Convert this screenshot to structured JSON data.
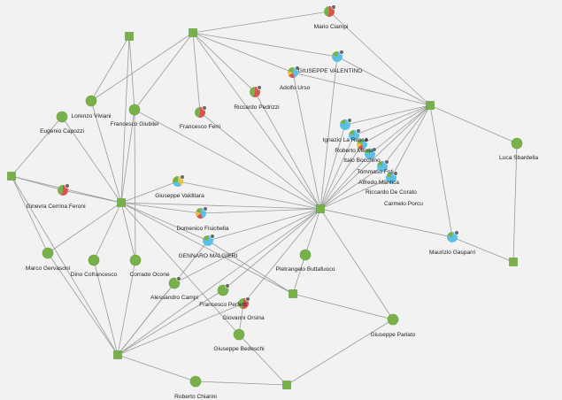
{
  "colors": {
    "background": "#f2f2f2",
    "node_green": "#78b04a",
    "edge": "#9a9a9a",
    "pie_blue": "#5bc0e8",
    "pie_red": "#d9534f",
    "pie_yellow": "#e8c53a",
    "badge": "#6b6b6b"
  },
  "people": [
    {
      "id": "mario-ciampi",
      "label": "Mario Ciampi",
      "style": "pie-red"
    },
    {
      "id": "giuseppe-valentino",
      "label": "GIUSEPPE VALENTINO",
      "style": "pie-blue"
    },
    {
      "id": "adolfo-urso",
      "label": "Adolfo Urso",
      "style": "pie-mixed"
    },
    {
      "id": "riccardo-pedrizzi",
      "label": "Riccardo Pedrizzi",
      "style": "pie-red"
    },
    {
      "id": "lorenzo-viviani",
      "label": "Lorenzo Viviani",
      "style": "plain"
    },
    {
      "id": "eugenio-capozzi",
      "label": "Eugenio Capozzi",
      "style": "plain"
    },
    {
      "id": "francesco-giubilei",
      "label": "Francesco Giubilei",
      "style": "plain"
    },
    {
      "id": "francesco-ferri",
      "label": "Francesco Ferri",
      "style": "pie-red"
    },
    {
      "id": "ignazio-la-russa",
      "label": "Ignazio La Russa",
      "style": "pie-blue"
    },
    {
      "id": "roberto-menia",
      "label": "Roberto Menia",
      "style": "pie-blue"
    },
    {
      "id": "italo-bocchino",
      "label": "Italo Bocchino",
      "style": "pie-mixed"
    },
    {
      "id": "tommaso-foti",
      "label": "Tommaso Foti",
      "style": "pie-blue"
    },
    {
      "id": "alfredo-mantica",
      "label": "Alfredo Mantica",
      "style": "pie-blue"
    },
    {
      "id": "riccardo-de-corato",
      "label": "Riccardo De Corato",
      "style": "pie-blue"
    },
    {
      "id": "carmelo-porcu",
      "label": "Carmelo Porcu",
      "style": "none"
    },
    {
      "id": "luca-sbardella",
      "label": "Luca Sbardella",
      "style": "plain"
    },
    {
      "id": "ginevra-cerrina-feroni",
      "label": "Ginevra Cerrina Feroni",
      "style": "pie-red"
    },
    {
      "id": "giuseppe-valditara",
      "label": "Giuseppe Valditara",
      "style": "pie-yellow"
    },
    {
      "id": "domenico-fisichella",
      "label": "Domenico Fisichella",
      "style": "pie-mixed"
    },
    {
      "id": "gennaro-malgieri",
      "label": "GENNARO MALGIERI",
      "style": "pie-blue"
    },
    {
      "id": "marco-gervasoni",
      "label": "Marco Gervasoni",
      "style": "plain"
    },
    {
      "id": "dino-cofrancesco",
      "label": "Dino Cofrancesco",
      "style": "plain"
    },
    {
      "id": "corrado-ocone",
      "label": "Corrado Ocone",
      "style": "plain"
    },
    {
      "id": "pietrangelo-buttafuoco",
      "label": "Pietrangelo Buttafuoco",
      "style": "plain"
    },
    {
      "id": "maurizio-gasparri",
      "label": "Maurizio Gasparri",
      "style": "pie-blue"
    },
    {
      "id": "alessandro-campi",
      "label": "Alessandro Campi",
      "style": "plain-badge"
    },
    {
      "id": "francesco-perfetti",
      "label": "Francesco Perfetti",
      "style": "plain-badge"
    },
    {
      "id": "giovanni-orsina",
      "label": "Giovanni Orsina",
      "style": "pie-red"
    },
    {
      "id": "giuseppe-bedeschi",
      "label": "Giuseppe Bedeschi",
      "style": "plain"
    },
    {
      "id": "giuseppe-parlato",
      "label": "Giuseppe Parlato",
      "style": "plain"
    },
    {
      "id": "roberto-chiarini",
      "label": "Roberto Chiarini",
      "style": "plain"
    }
  ],
  "hubs": [
    "h-top-left",
    "h-top",
    "h-right",
    "h-left",
    "h-center-left",
    "h-center",
    "h-bottom-mid",
    "h-bottom-left",
    "h-bottom",
    "h-right-low"
  ],
  "edges": [
    [
      "h-top",
      "mario-ciampi"
    ],
    [
      "h-top",
      "giuseppe-valentino"
    ],
    [
      "h-top",
      "adolfo-urso"
    ],
    [
      "h-top",
      "riccardo-pedrizzi"
    ],
    [
      "h-top",
      "francesco-giubilei"
    ],
    [
      "h-top",
      "francesco-ferri"
    ],
    [
      "h-top",
      "lorenzo-viviani"
    ],
    [
      "h-top-left",
      "lorenzo-viviani"
    ],
    [
      "h-top-left",
      "francesco-giubilei"
    ],
    [
      "h-top-left",
      "h-center-left"
    ],
    [
      "mario-ciampi",
      "h-right"
    ],
    [
      "giuseppe-valentino",
      "h-right"
    ],
    [
      "adolfo-urso",
      "h-right"
    ],
    [
      "h-right",
      "ignazio-la-russa"
    ],
    [
      "h-right",
      "roberto-menia"
    ],
    [
      "h-right",
      "italo-bocchino"
    ],
    [
      "h-right",
      "tommaso-foti"
    ],
    [
      "h-right",
      "alfredo-mantica"
    ],
    [
      "h-right",
      "riccardo-de-corato"
    ],
    [
      "h-right",
      "luca-sbardella"
    ],
    [
      "h-right",
      "maurizio-gasparri"
    ],
    [
      "h-right",
      "h-center"
    ],
    [
      "luca-sbardella",
      "h-right-low"
    ],
    [
      "maurizio-gasparri",
      "h-right-low"
    ],
    [
      "h-center",
      "maurizio-gasparri"
    ],
    [
      "h-center",
      "adolfo-urso"
    ],
    [
      "h-center",
      "giuseppe-valentino"
    ],
    [
      "h-center",
      "riccardo-pedrizzi"
    ],
    [
      "h-center",
      "francesco-ferri"
    ],
    [
      "h-center",
      "francesco-giubilei"
    ],
    [
      "h-center",
      "h-top"
    ],
    [
      "h-center",
      "ignazio-la-russa"
    ],
    [
      "h-center",
      "roberto-menia"
    ],
    [
      "h-center",
      "italo-bocchino"
    ],
    [
      "h-center",
      "tommaso-foti"
    ],
    [
      "h-center",
      "alfredo-mantica"
    ],
    [
      "h-center",
      "riccardo-de-corato"
    ],
    [
      "h-center",
      "giuseppe-valditara"
    ],
    [
      "h-center",
      "domenico-fisichella"
    ],
    [
      "h-center",
      "gennaro-malgieri"
    ],
    [
      "h-center",
      "h-center-left"
    ],
    [
      "h-center",
      "pietrangelo-buttafuoco"
    ],
    [
      "h-center",
      "alessandro-campi"
    ],
    [
      "h-center",
      "francesco-perfetti"
    ],
    [
      "h-center",
      "giovanni-orsina"
    ],
    [
      "h-center",
      "giuseppe-parlato"
    ],
    [
      "h-center",
      "h-bottom-left"
    ],
    [
      "h-left",
      "eugenio-capozzi"
    ],
    [
      "h-left",
      "ginevra-cerrina-feroni"
    ],
    [
      "h-left",
      "marco-gervasoni"
    ],
    [
      "h-left",
      "h-center-left"
    ],
    [
      "h-left",
      "h-bottom-left"
    ],
    [
      "eugenio-capozzi",
      "h-center-left"
    ],
    [
      "lorenzo-viviani",
      "h-center-left"
    ],
    [
      "francesco-giubilei",
      "h-center-left"
    ],
    [
      "ginevra-cerrina-feroni",
      "h-center-left"
    ],
    [
      "giuseppe-valditara",
      "h-center-left"
    ],
    [
      "domenico-fisichella",
      "h-center-left"
    ],
    [
      "h-center-left",
      "marco-gervasoni"
    ],
    [
      "h-center-left",
      "dino-cofrancesco"
    ],
    [
      "h-center-left",
      "corrado-ocone"
    ],
    [
      "h-center-left",
      "h-bottom-mid"
    ],
    [
      "h-center-left",
      "gennaro-malgieri"
    ],
    [
      "francesco-giubilei",
      "corrado-ocone"
    ],
    [
      "gennaro-malgieri",
      "h-bottom-mid"
    ],
    [
      "pietrangelo-buttafuoco",
      "h-bottom-mid"
    ],
    [
      "h-bottom-mid",
      "giuseppe-parlato"
    ],
    [
      "h-bottom-left",
      "marco-gervasoni"
    ],
    [
      "h-bottom-left",
      "dino-cofrancesco"
    ],
    [
      "h-bottom-left",
      "corrado-ocone"
    ],
    [
      "h-bottom-left",
      "alessandro-campi"
    ],
    [
      "h-bottom-left",
      "francesco-perfetti"
    ],
    [
      "h-bottom-left",
      "giovanni-orsina"
    ],
    [
      "h-bottom-left",
      "roberto-chiarini"
    ],
    [
      "h-bottom-left",
      "gennaro-malgieri"
    ],
    [
      "roberto-chiarini",
      "h-bottom"
    ],
    [
      "giuseppe-bedeschi",
      "h-bottom"
    ],
    [
      "giuseppe-parlato",
      "h-bottom"
    ],
    [
      "h-center-left",
      "giuseppe-bedeschi"
    ],
    [
      "giovanni-orsina",
      "giuseppe-bedeschi"
    ]
  ]
}
